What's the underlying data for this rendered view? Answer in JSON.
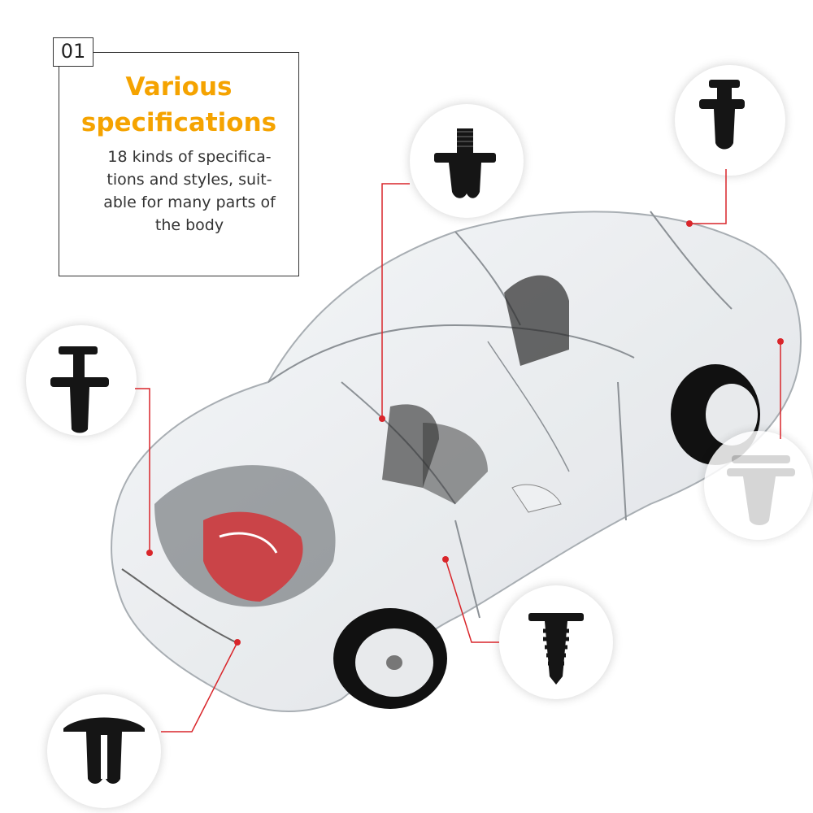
{
  "badge": "01",
  "title_line1": "Various",
  "title_line2": "specifications",
  "desc_lines": [
    "18 kinds of specifica-",
    "tions and styles, suit-",
    "able for many parts of",
    "the body"
  ],
  "colors": {
    "accent": "#f5a300",
    "callout_line": "#d9252a",
    "clip": "#151515"
  },
  "icons": [
    "push-rivet-clip-icon",
    "car-xray-illustration"
  ]
}
